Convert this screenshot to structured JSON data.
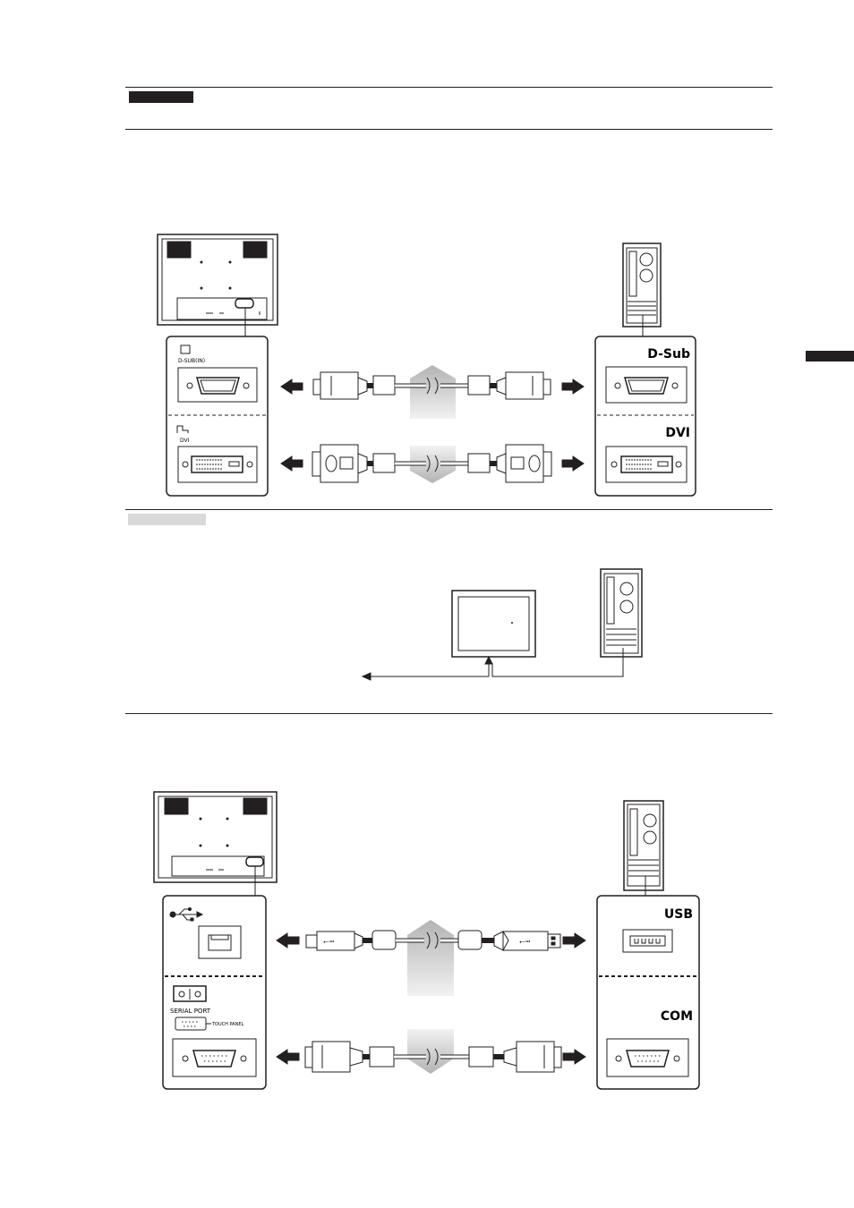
{
  "labels": {
    "dsub_port": "D-SUB(IN)",
    "dvi_port": "DVI",
    "dsub_pc": "D-Sub",
    "dvi_pc": "DVI",
    "usb_pc": "USB",
    "com_pc": "COM",
    "serial_port": "SERIAL PORT",
    "touch_panel": "TOUCH PANEL"
  },
  "icons": {
    "dsub_port": "vga-port-icon",
    "dvi_port": "dvi-port-icon",
    "usb_symbol": "usb-icon",
    "serial": "serial-port-icon",
    "direction": "arrow-icon"
  },
  "colors": {
    "ink": "#231f20",
    "grey_band": "#d9d9d9",
    "gradient_light": "#f2f2f2",
    "gradient_dark": "#b3b3b3"
  }
}
